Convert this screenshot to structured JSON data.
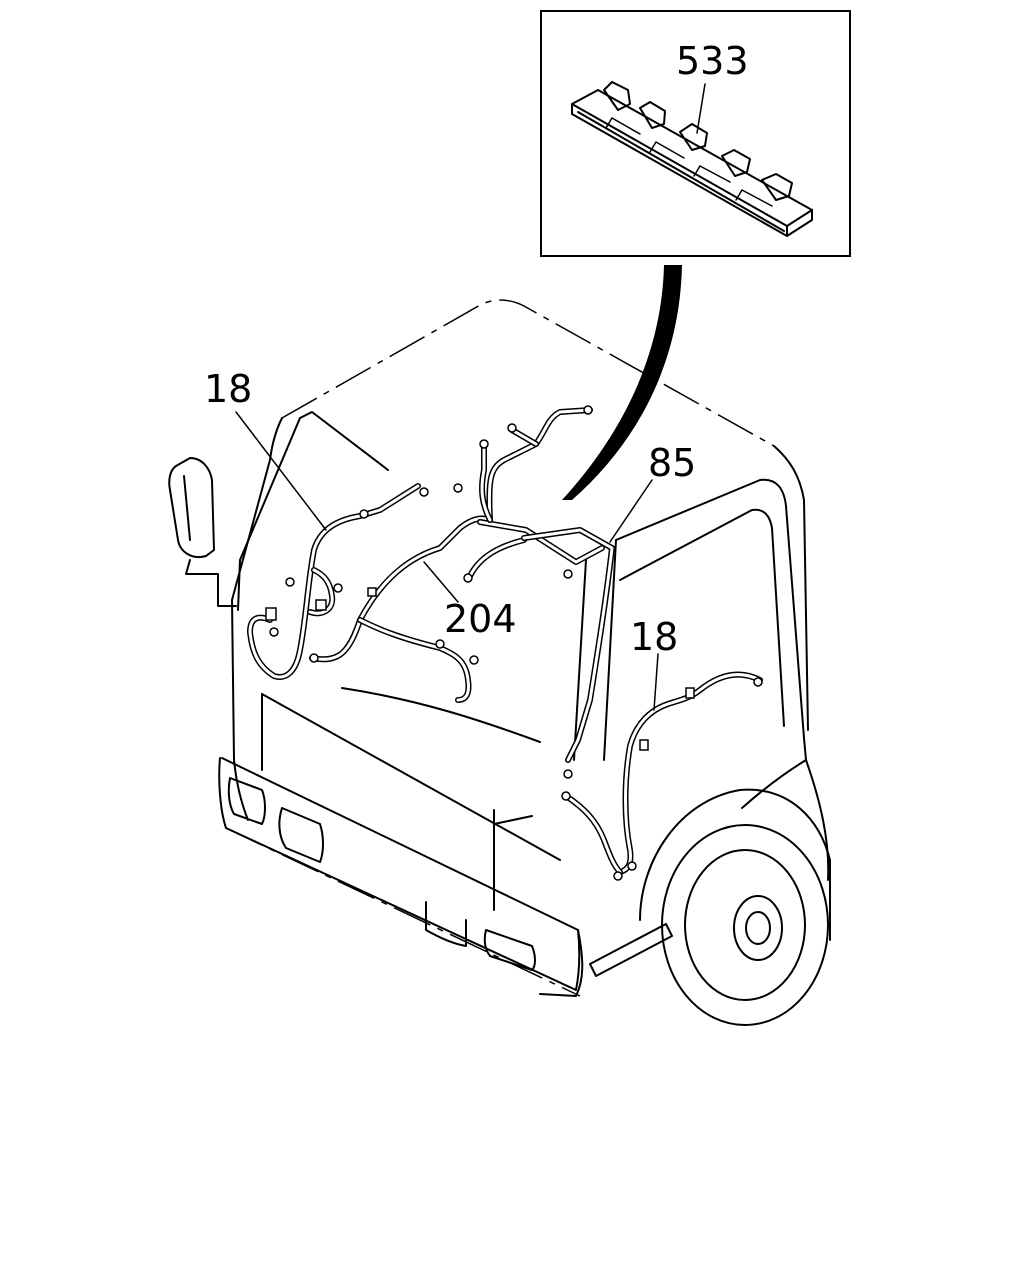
{
  "callouts": {
    "clip_part": "533",
    "harness_left": "18",
    "harness_right": "18",
    "harness_main": "204",
    "harness_roof": "85"
  }
}
